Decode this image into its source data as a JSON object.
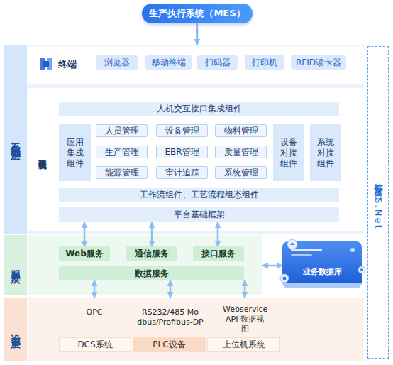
{
  "diagram": {
    "nodes": [
      {
        "text": [
          "生产执行系统（MES）"
        ]
      },
      {
        "text": [
          "系统用户层"
        ]
      },
      {
        "text": [
          "终端"
        ],
        "in": 1
      },
      {
        "text": [
          "浏览器"
        ],
        "in": 2
      },
      {
        "text": [
          "移动终端"
        ],
        "in": 2
      },
      {
        "text": [
          "扫码器"
        ],
        "in": 2
      },
      {
        "text": [
          "打印机"
        ],
        "in": 2
      },
      {
        "text": [
          "RFID读卡器"
        ],
        "in": 2
      },
      {
        "text": [
          "系统验证和系统安全"
        ],
        "in": 1
      },
      {
        "text": [
          "人机交互接口集成组件"
        ],
        "in": 8
      },
      {
        "text": [
          "应用集成组件"
        ],
        "in": 8
      },
      {
        "text": [
          "人员管理"
        ],
        "in": 8
      },
      {
        "text": [
          "设备管理"
        ],
        "in": 8
      },
      {
        "text": [
          "物料管理"
        ],
        "in": 8
      },
      {
        "text": [
          "生产管理"
        ],
        "in": 8
      },
      {
        "text": [
          "EBR管理"
        ],
        "in": 8
      },
      {
        "text": [
          "质量管理"
        ],
        "in": 8
      },
      {
        "text": [
          "能源管理"
        ],
        "in": 8
      },
      {
        "text": [
          "审计追踪"
        ],
        "in": 8
      },
      {
        "text": [
          "系统管理"
        ],
        "in": 8
      },
      {
        "text": [
          "设备对接组件"
        ],
        "in": 8
      },
      {
        "text": [
          "系统对接组件"
        ],
        "in": 8
      },
      {
        "text": [
          "工作流组件、工艺流程组态组件"
        ],
        "in": 8
      },
      {
        "text": [
          "平台基础框架"
        ],
        "in": 8
      },
      {
        "text": [
          "服务层"
        ]
      },
      {
        "text": [
          "Web服务"
        ],
        "in": 24
      },
      {
        "text": [
          "通信服务"
        ],
        "in": 24
      },
      {
        "text": [
          "接口服务"
        ],
        "in": 24
      },
      {
        "text": [
          "数据服务"
        ],
        "in": 24
      },
      {
        "text": [
          "业务数据库"
        ]
      },
      {
        "text": [
          "设备层"
        ]
      },
      {
        "text": [
          "DCS系统"
        ],
        "in": 30
      },
      {
        "text": [
          "PLC设备"
        ],
        "in": 30
      },
      {
        "text": [
          "上位机系统"
        ],
        "in": 30
      },
      {
        "text": [
          "软件开发平台 MS.Net"
        ]
      }
    ],
    "edges": [
      {
        "from": 0,
        "to": 1,
        "arrow": "to"
      },
      {
        "from": 23,
        "to": 25,
        "arrow": "both"
      },
      {
        "from": 23,
        "to": 26,
        "arrow": "both"
      },
      {
        "from": 23,
        "to": 27,
        "arrow": "both"
      },
      {
        "from": 24,
        "to": 29,
        "arrow": "both"
      },
      {
        "from": 28,
        "to": 30,
        "arrow": "both"
      },
      {
        "from": 28,
        "to": 30,
        "arrow": "both"
      },
      {
        "from": 28,
        "to": 30,
        "arrow": "both"
      }
    ],
    "labels": [
      "OPC",
      "RS232/485 Mo dbus/Profibus-DP",
      "Webservice API 数据视图"
    ]
  }
}
